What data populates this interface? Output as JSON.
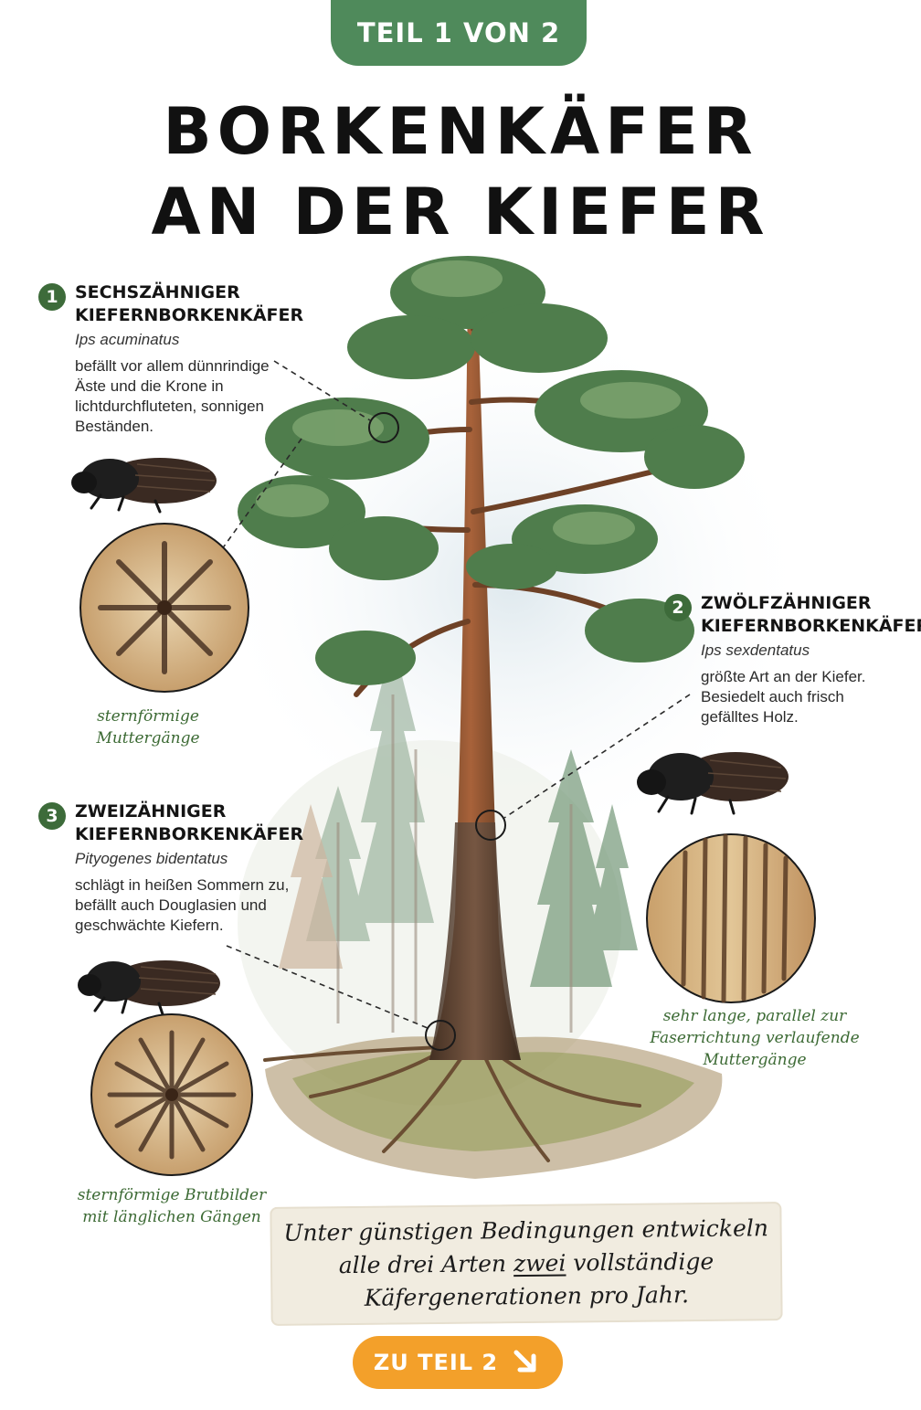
{
  "header": {
    "part": "TEIL 1 VON 2"
  },
  "title": {
    "line1": "BORKENKÄFER",
    "line2": "AN DER KIEFER"
  },
  "species": [
    {
      "number": "1",
      "name_line1": "SECHSZÄHNIGER",
      "name_line2": "KIEFERNBORKENKÄFER",
      "latin": "Ips acuminatus",
      "description": "befällt vor allem dünnrindige Äste und die Krone in lichtdurchfluteten, sonnigen Beständen.",
      "caption_line1": "sternförmige",
      "caption_line2": "Muttergänge"
    },
    {
      "number": "2",
      "name_line1": "ZWÖLFZÄHNIGER",
      "name_line2": "KIEFERNBORKENKÄFER",
      "latin": "Ips sexdentatus",
      "description": "größte Art an der Kiefer. Besiedelt auch frisch gefälltes Holz.",
      "caption_line1": "sehr lange, parallel zur",
      "caption_line2": "Faserrichtung verlaufende",
      "caption_line3": "Muttergänge"
    },
    {
      "number": "3",
      "name_line1": "ZWEIZÄHNIGER",
      "name_line2": "KIEFERNBORKENKÄFER",
      "latin": "Pityogenes bidentatus",
      "description": "schlägt in heißen Sommern zu, befällt auch Douglasien und geschwächte Kiefern.",
      "caption_line1": "sternförmige Brutbilder",
      "caption_line2": "mit länglichen Gängen"
    }
  ],
  "note": {
    "line1": "Unter günstigen Bedingungen entwickeln",
    "line2_before": "alle drei Arten ",
    "line2_emph": "zwei",
    "line2_after": " vollständige",
    "line3": "Käfergenerationen pro Jahr."
  },
  "next_button": {
    "label": "ZU TEIL 2",
    "icon": "arrow-down-right-icon"
  },
  "colors": {
    "green": "#4f8a5b",
    "dark_green": "#3d6b3a",
    "orange": "#f3a02a",
    "paper": "#f1ece0"
  }
}
